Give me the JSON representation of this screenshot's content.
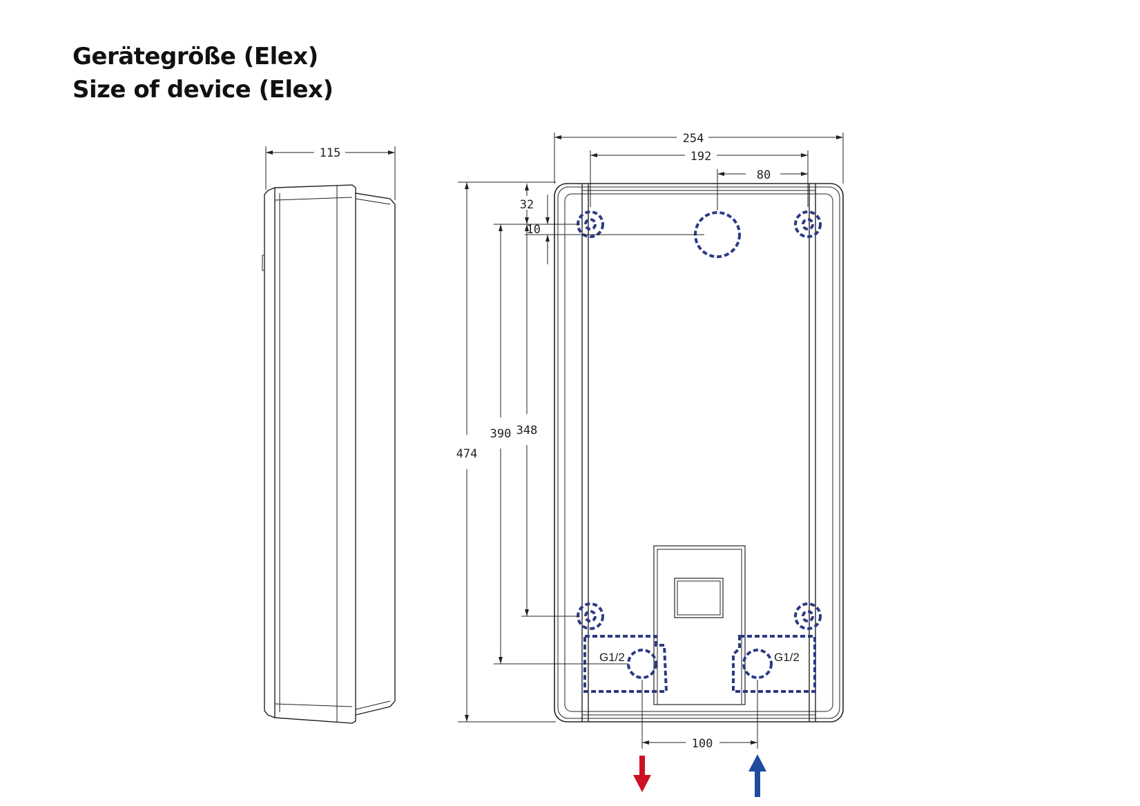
{
  "title": {
    "line1": "Gerätegröße (Elex)",
    "line2": "Size of device (Elex)"
  },
  "dimensions": {
    "side_depth": "115",
    "width_total": "254",
    "width_mount": "192",
    "offset_center": "80",
    "top_offset": "32",
    "hole_offset": "10",
    "height_total": "474",
    "height_ports": "390",
    "height_mount": "348",
    "port_spacing": "100"
  },
  "ports": {
    "left_label": "G1/2",
    "right_label": "G1/2"
  },
  "colors": {
    "line": "#222222",
    "dashed_holes": "#2b3a84",
    "hot_arrow": "#cc1122",
    "cold_arrow": "#1f4aa0"
  }
}
